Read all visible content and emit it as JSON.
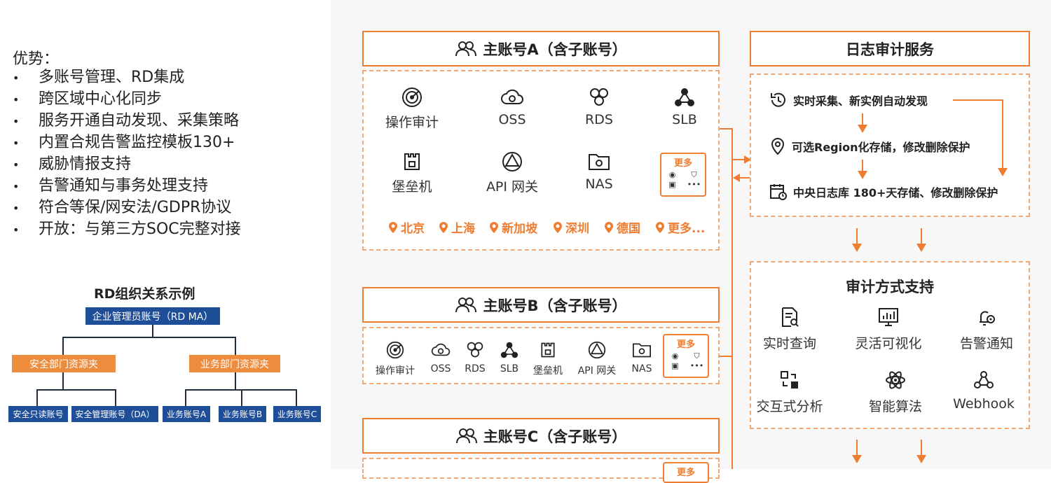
{
  "advantages": {
    "title": "优势：",
    "items": [
      "多账号管理、RD集成",
      "跨区域中心化同步",
      "服务开通自动发现、采集策略",
      "内置合规告警监控模板130+",
      "威胁情报支持",
      "告警通知与事务处理支持",
      "符合等保/网安法/GDPR协议",
      "开放：与第三方SOC完整对接"
    ]
  },
  "rd_org": {
    "title": "RD组织关系示例",
    "root": "企业管理员账号（RD MA）",
    "folders": [
      "安全部门资源夹",
      "业务部门资源夹"
    ],
    "leaves": [
      "安全只读账号",
      "安全管理账号（DA）",
      "业务账号A",
      "业务账号B",
      "业务账号C"
    ]
  },
  "account_a": {
    "title": "主账号A（含子账号）",
    "services": [
      "操作审计",
      "OSS",
      "RDS",
      "SLB",
      "堡垒机",
      "API 网关",
      "NAS"
    ],
    "more": "更多",
    "regions": [
      "北京",
      "上海",
      "新加坡",
      "深圳",
      "德国",
      "更多..."
    ]
  },
  "account_b": {
    "title": "主账号B（含子账号）",
    "services": [
      "操作审计",
      "OSS",
      "RDS",
      "SLB",
      "堡垒机",
      "API 网关",
      "NAS"
    ],
    "more": "更多"
  },
  "account_c": {
    "title": "主账号C（含子账号）",
    "more": "更多"
  },
  "log_service": {
    "title": "日志审计服务",
    "features": [
      "实时采集、新实例自动发现",
      "可选Region化存储，修改删除保护",
      "中央日志库  180+天存储、修改删除保护"
    ]
  },
  "audit": {
    "title": "审计方式支持",
    "methods": [
      "实时查询",
      "灵活可视化",
      "告警通知",
      "交互式分析",
      "智能算法",
      "Webhook"
    ]
  },
  "colors": {
    "accent": "#ee7d32",
    "org_blue": "#1f4e99",
    "org_orange": "#ee8c3e"
  }
}
